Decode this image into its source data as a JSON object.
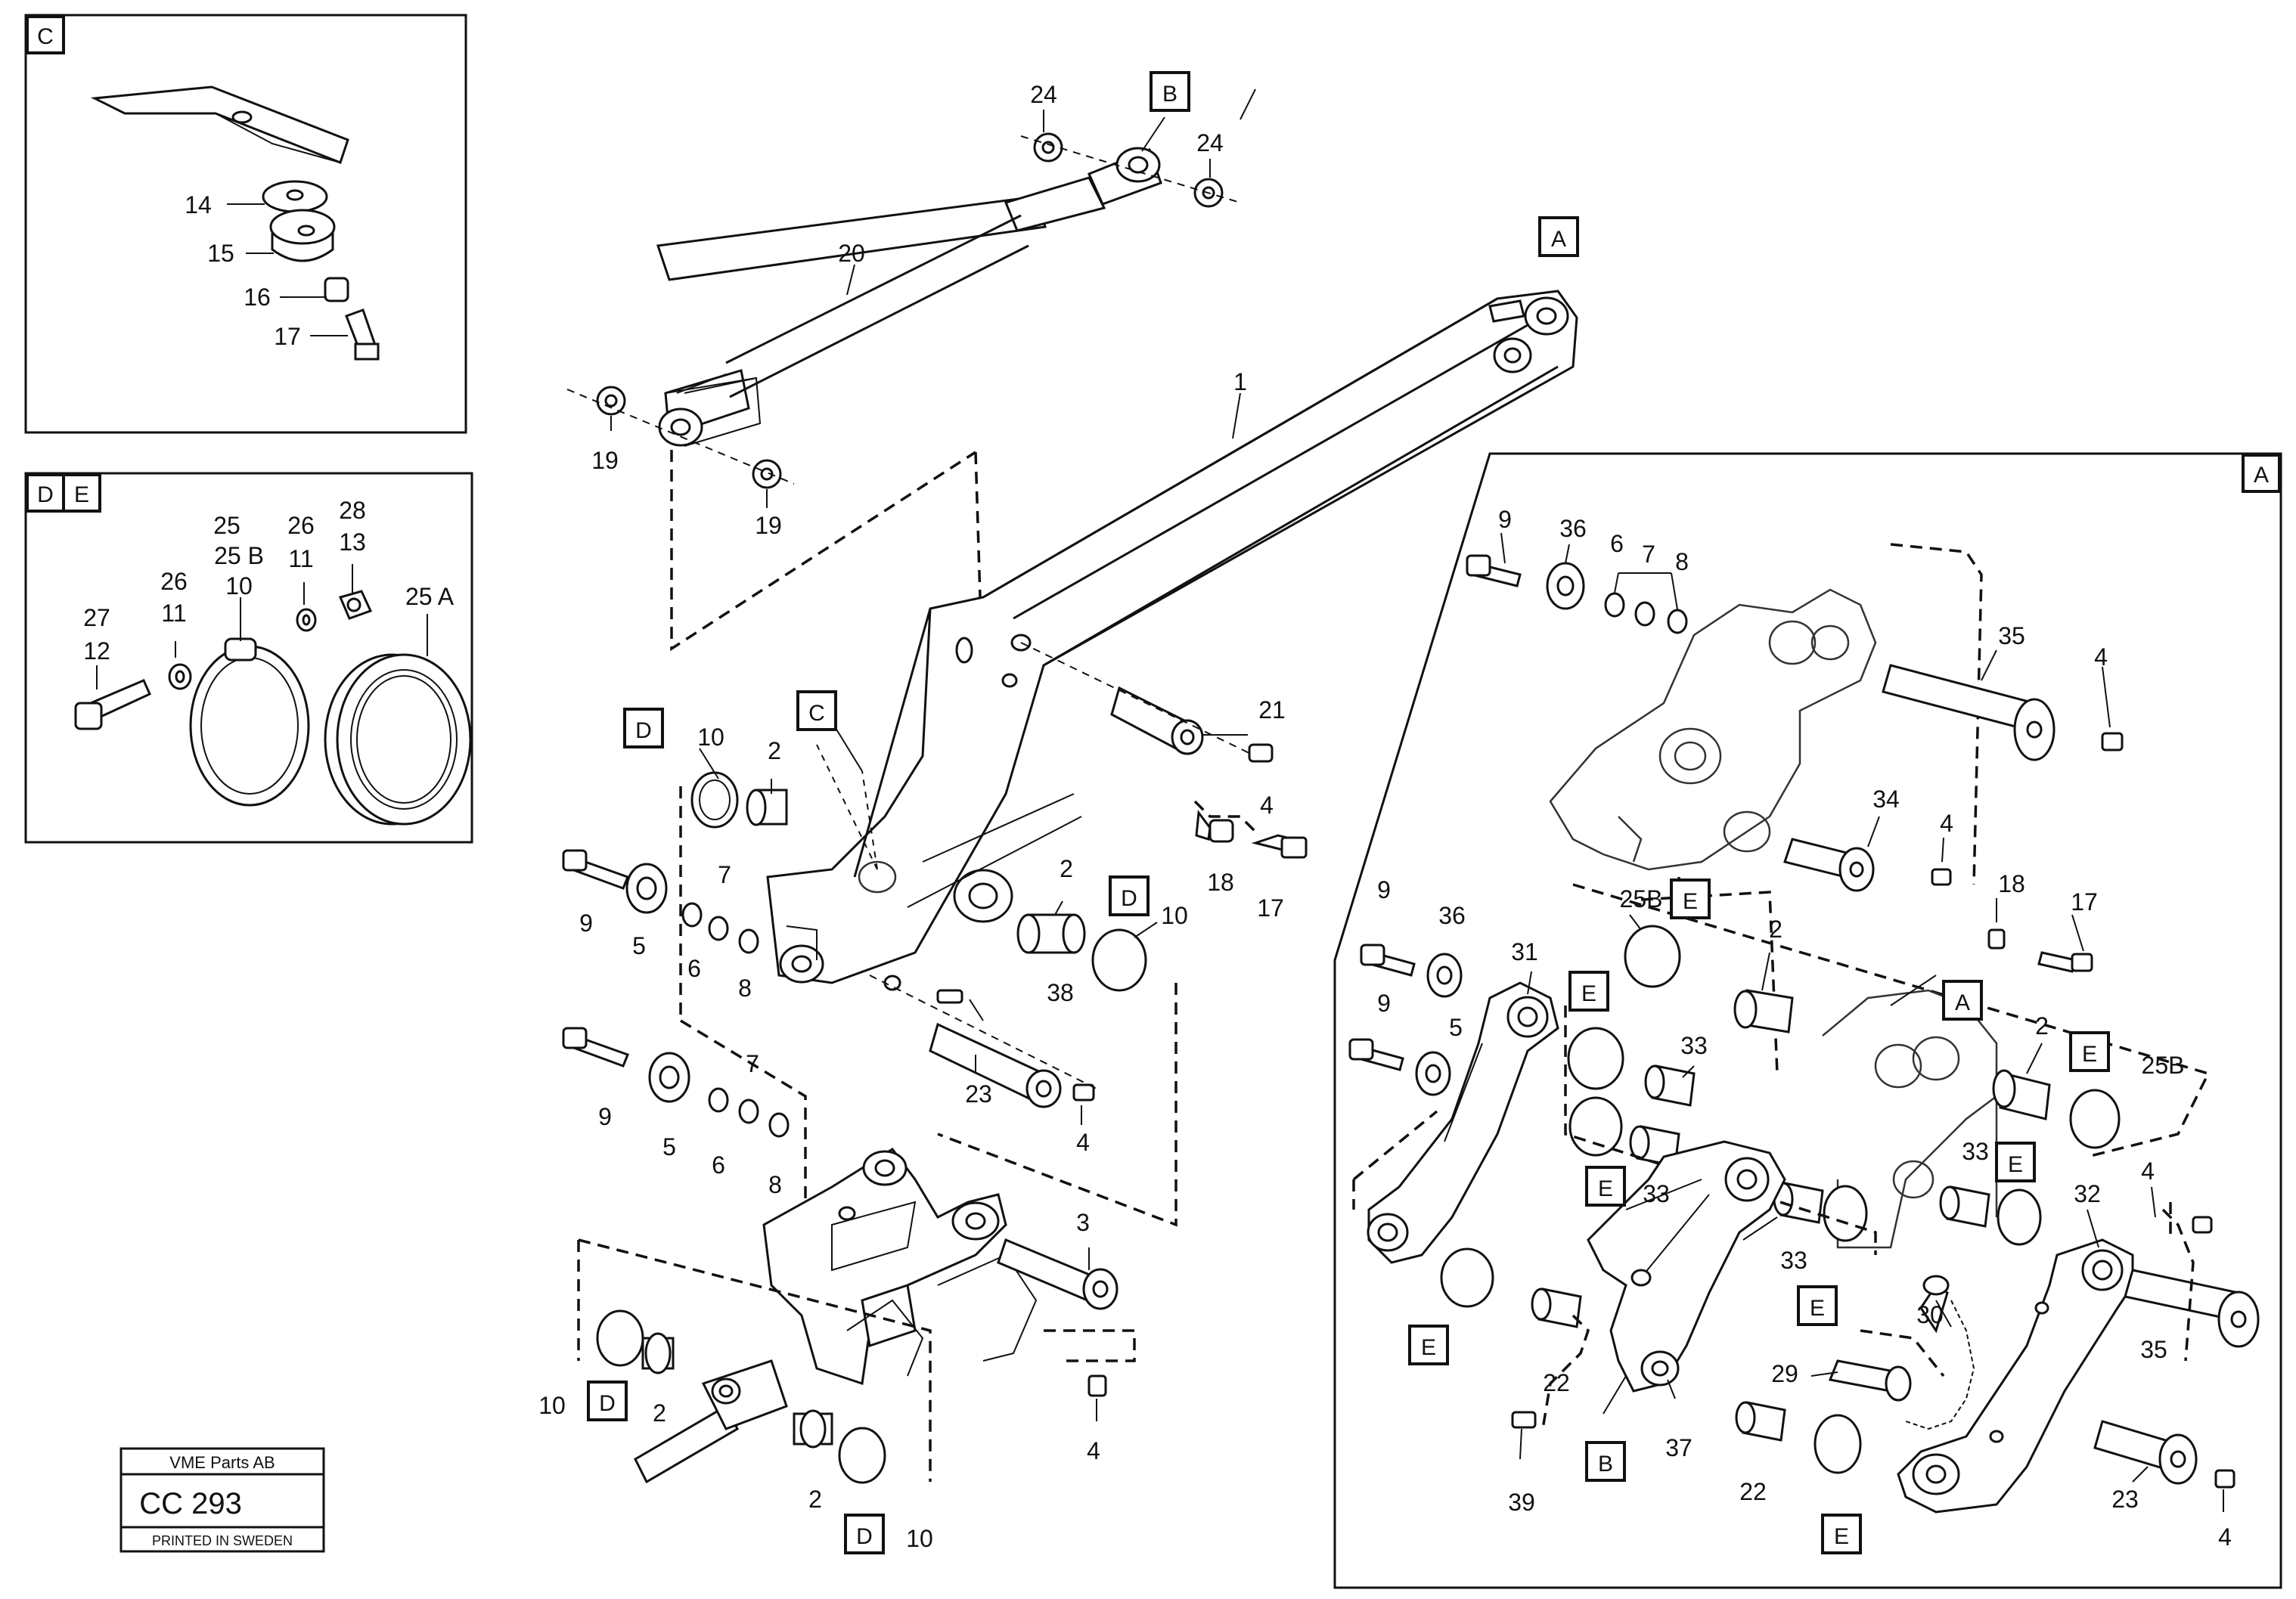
{
  "insets": {
    "c_tag": "C",
    "de_tag_d": "D",
    "de_tag_e": "E",
    "a_tag": "A"
  },
  "callouts": {
    "b_top": "B",
    "a_top": "A",
    "d_left": "D",
    "c_mid": "C",
    "d_mid": "D",
    "d_bottom_left": "D",
    "d_bottom_right": "D",
    "a_detail": "A",
    "e1": "E",
    "e2": "E",
    "e3": "E",
    "e4": "E",
    "e5": "E",
    "e6": "E",
    "e7": "E",
    "e8": "E",
    "b_detail": "B"
  },
  "inset_c_labels": {
    "p14": "14",
    "p15": "15",
    "p16": "16",
    "p17": "17"
  },
  "inset_de_labels": {
    "p25": "25",
    "p25b": "25 B",
    "p10": "10",
    "p26a": "26",
    "p11a": "11",
    "p26b": "26",
    "p11b": "11",
    "p28": "28",
    "p13": "13",
    "p27": "27",
    "p12": "12",
    "p25a": "25 A"
  },
  "main_labels": {
    "p24a": "24",
    "p24b": "24",
    "p20": "20",
    "p19a": "19",
    "p19b": "19",
    "p1": "1",
    "p21": "21",
    "p4a": "4",
    "p18": "18",
    "p17": "17",
    "p10a": "10",
    "p2a": "2",
    "p9a": "9",
    "p5a": "5",
    "p6a": "6",
    "p7a": "7",
    "p8a": "8",
    "p2b": "2",
    "p10b": "10",
    "p38": "38",
    "p23": "23",
    "p4b": "4",
    "p9b": "9",
    "p5b": "5",
    "p6b": "6",
    "p7b": "7",
    "p8b": "8",
    "p3": "3",
    "p4c": "4",
    "p10c": "10",
    "p2c": "2",
    "p2d": "2",
    "p10d": "10"
  },
  "detail_labels": {
    "p9a": "9",
    "p36a": "36",
    "p6": "6",
    "p7": "7",
    "p8": "8",
    "p35a": "35",
    "p4a": "4",
    "p34": "34",
    "p4b": "4",
    "p18": "18",
    "p17": "17",
    "p25b": "25B",
    "p9b": "9",
    "p36b": "36",
    "p31": "31",
    "p2a": "2",
    "p9c": "9",
    "p5": "5",
    "p33a": "33",
    "p2b": "2",
    "p25b2": "25B",
    "p33b": "33",
    "p33c": "33",
    "p33d": "33",
    "p4c": "4",
    "p32": "32",
    "p30": "30",
    "p35b": "35",
    "p29": "29",
    "p22a": "22",
    "p37": "37",
    "p22b": "22",
    "p39": "39",
    "p23": "23",
    "p4d": "4"
  },
  "stamp": {
    "company": "VME Parts AB",
    "code": "CC 293",
    "printed": "PRINTED IN SWEDEN"
  }
}
